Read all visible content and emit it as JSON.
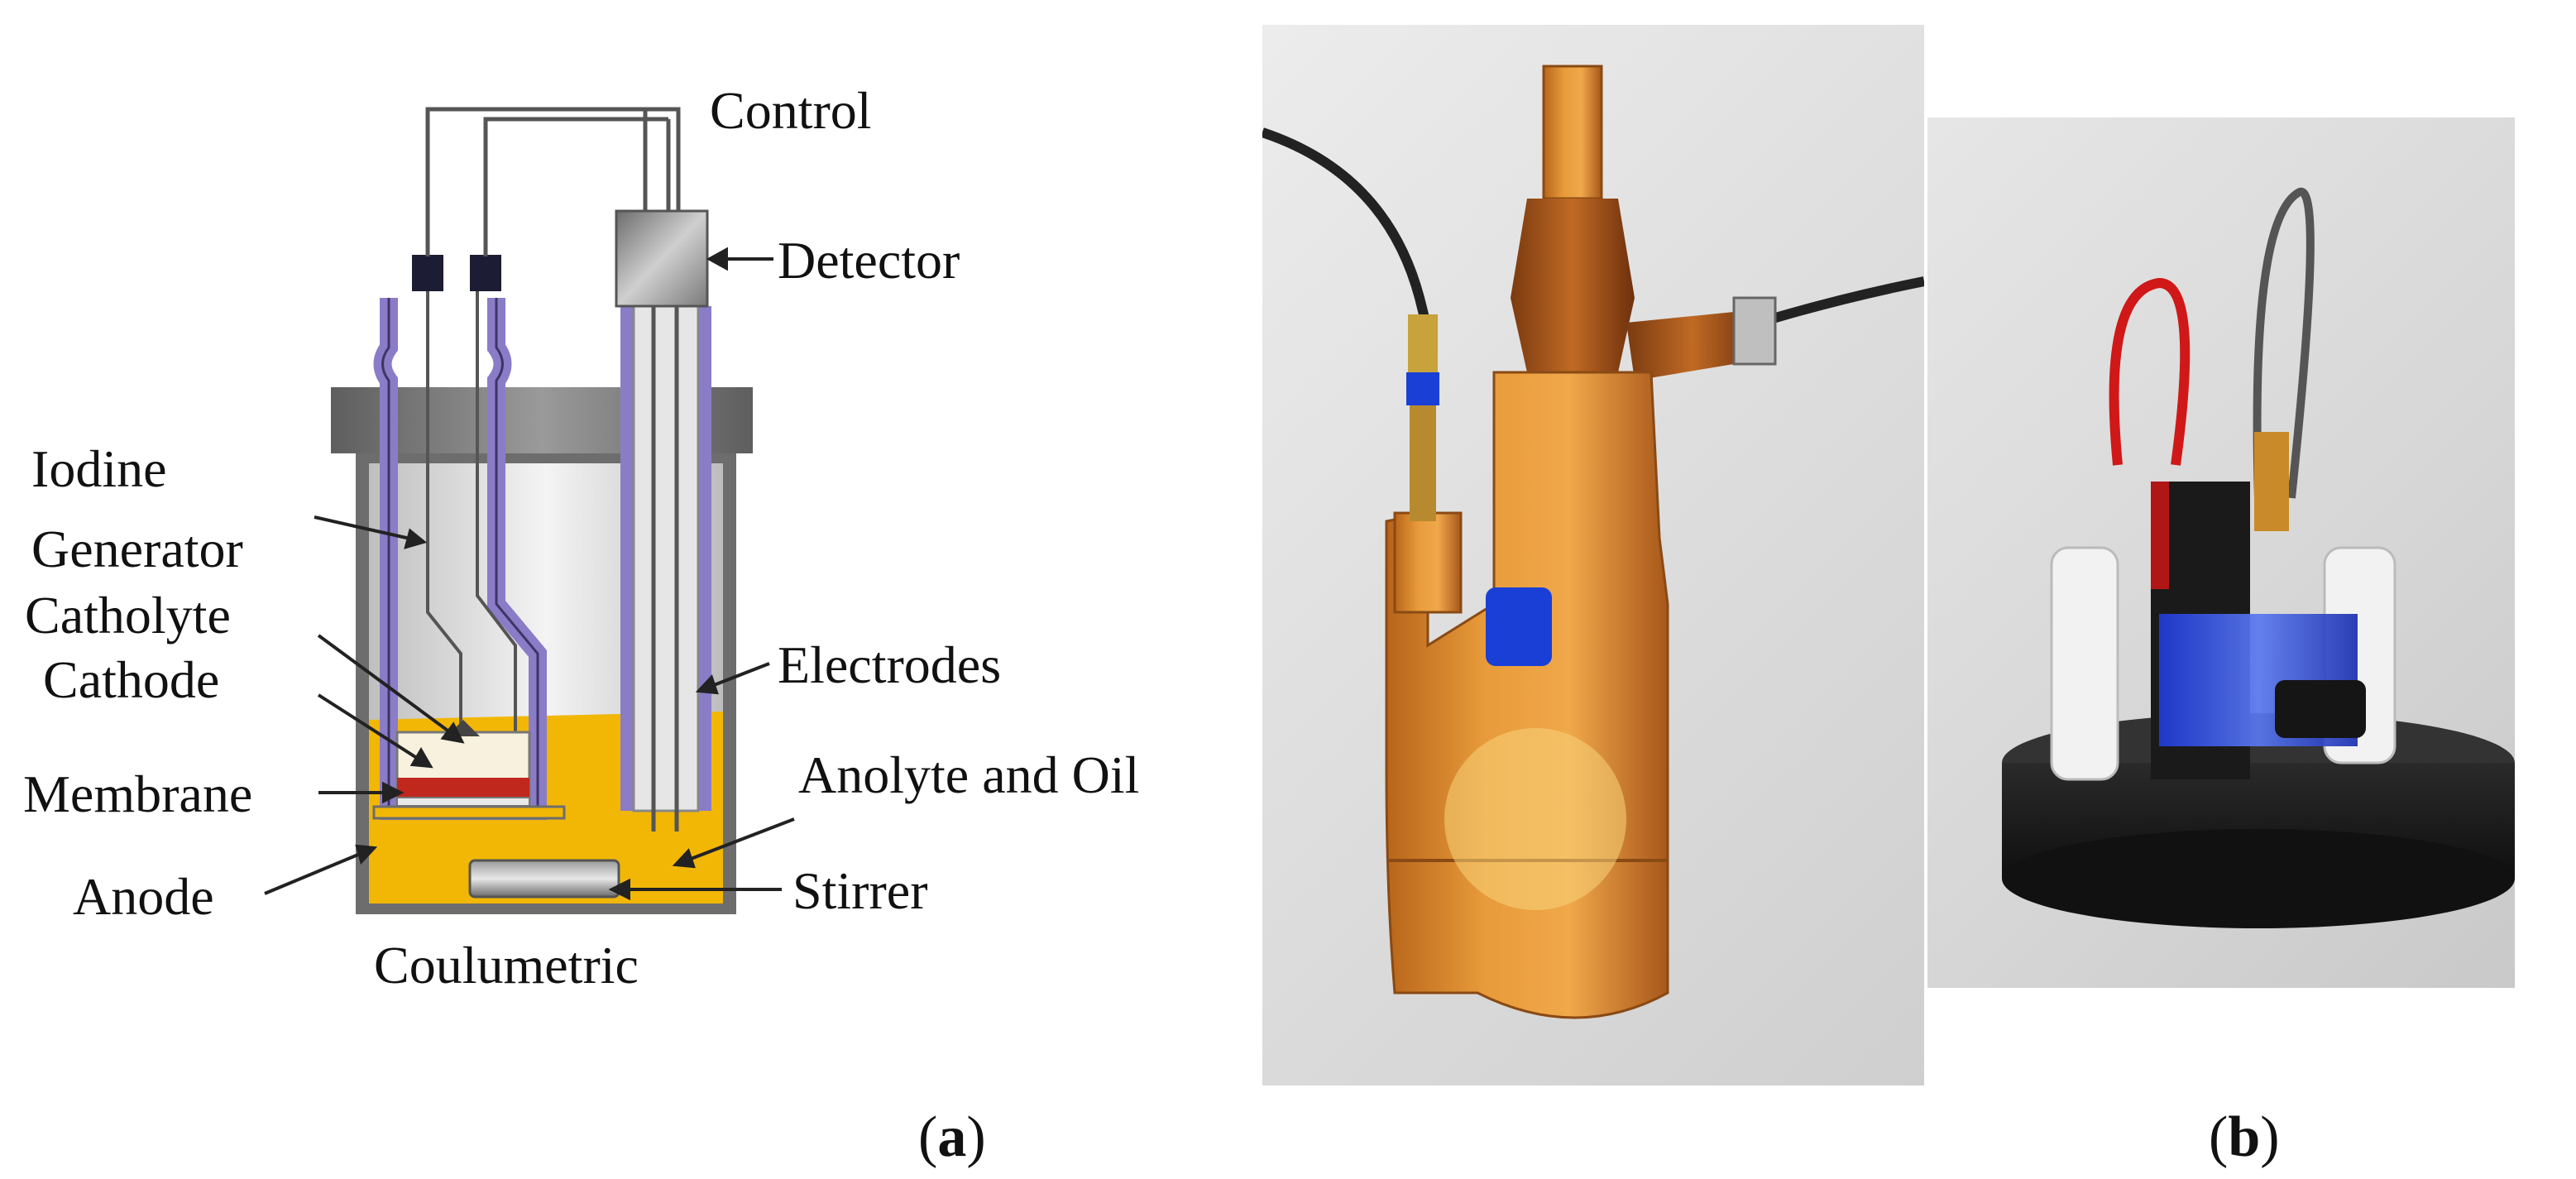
{
  "diagram": {
    "labels": {
      "control": "Control",
      "detector": "Detector",
      "iodine": "Iodine",
      "generator": "Generator",
      "catholyte": "Catholyte",
      "cathode": "Cathode",
      "membrane": "Membrane",
      "anode": "Anode",
      "electrodes": "Electrodes",
      "anolyte_and_oil": "Anolyte and Oil",
      "stirrer": "Stirrer",
      "coulumetric": "Coulumetric"
    },
    "colors": {
      "generator_tube": "#8b7cc8",
      "electrolyte": "#f2b705",
      "membrane": "#c0281e",
      "vessel": "#707070",
      "vessel_inner": "#d9d9d9"
    }
  },
  "captions": {
    "a_prefix": "(",
    "a_letter": "a",
    "a_suffix": ")",
    "b_prefix": "(",
    "b_letter": "b",
    "b_suffix": ")"
  }
}
